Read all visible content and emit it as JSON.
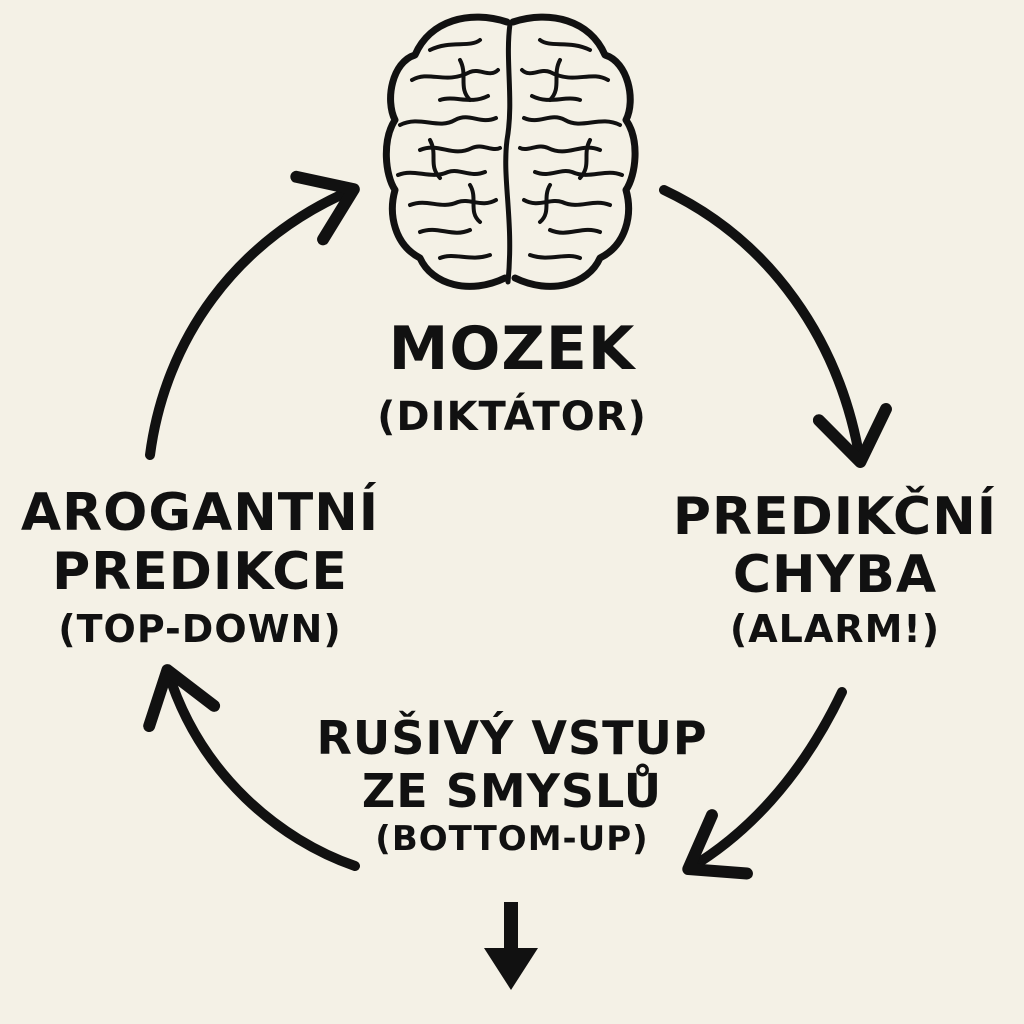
{
  "nodes": {
    "brain": {
      "title": "MOZEK",
      "subtitle": "(DIKTÁTOR)"
    },
    "prediction_error": {
      "title_line1": "PREDIKČNÍ",
      "title_line2": "CHYBA",
      "subtitle": "(ALARM!)"
    },
    "sensory_input": {
      "title_line1": "RUŠIVÝ VSTUP",
      "title_line2": "ZE SMYSLŮ",
      "subtitle": "(BOTTOM-UP)"
    },
    "prediction": {
      "title_line1": "AROGANTNÍ",
      "title_line2": "PREDIKCE",
      "subtitle": "(TOP-DOWN)"
    }
  },
  "icons": {
    "brain": "brain-icon",
    "arrow": "curved-arrow-icon",
    "down_arrow": "down-arrow-icon"
  },
  "colors": {
    "background": "#f4f1e6",
    "ink": "#111111"
  }
}
